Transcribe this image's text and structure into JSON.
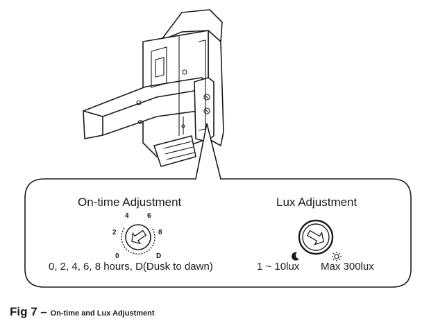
{
  "on_time": {
    "title": "On-time Adjustment",
    "dial_marks": [
      "0",
      "2",
      "4",
      "6",
      "8",
      "D"
    ],
    "description": "0, 2, 4, 6, 8 hours, D(Dusk to dawn)"
  },
  "lux": {
    "title": "Lux Adjustment",
    "min_label": "1 ~ 10lux",
    "max_label": "Max 300lux",
    "min_icon": "moon-icon",
    "max_icon": "sun-icon"
  },
  "caption": {
    "fig": "Fig 7",
    "dash": " – ",
    "text": "On-time and Lux Adjustment"
  }
}
